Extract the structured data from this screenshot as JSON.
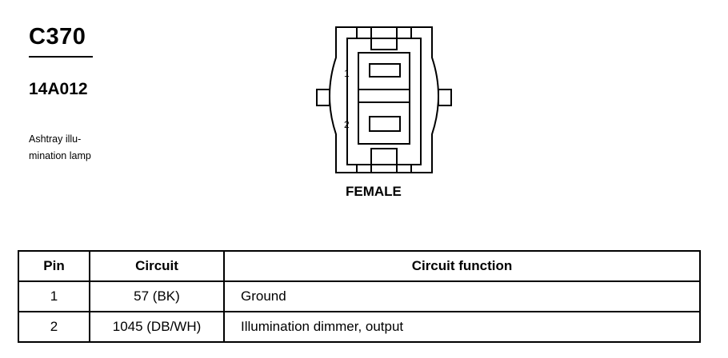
{
  "connector": {
    "code": "C370",
    "part_number": "14A012",
    "description": "Ashtray illu-mination lamp",
    "view_label": "FEMALE",
    "pin_labels": [
      "1",
      "2"
    ]
  },
  "table": {
    "headers": [
      "Pin",
      "Circuit",
      "Circuit function"
    ],
    "rows": [
      {
        "pin": "1",
        "circuit": "57 (BK)",
        "function": "Ground"
      },
      {
        "pin": "2",
        "circuit": "1045 (DB/WH)",
        "function": "Illumination dimmer, output"
      }
    ]
  }
}
